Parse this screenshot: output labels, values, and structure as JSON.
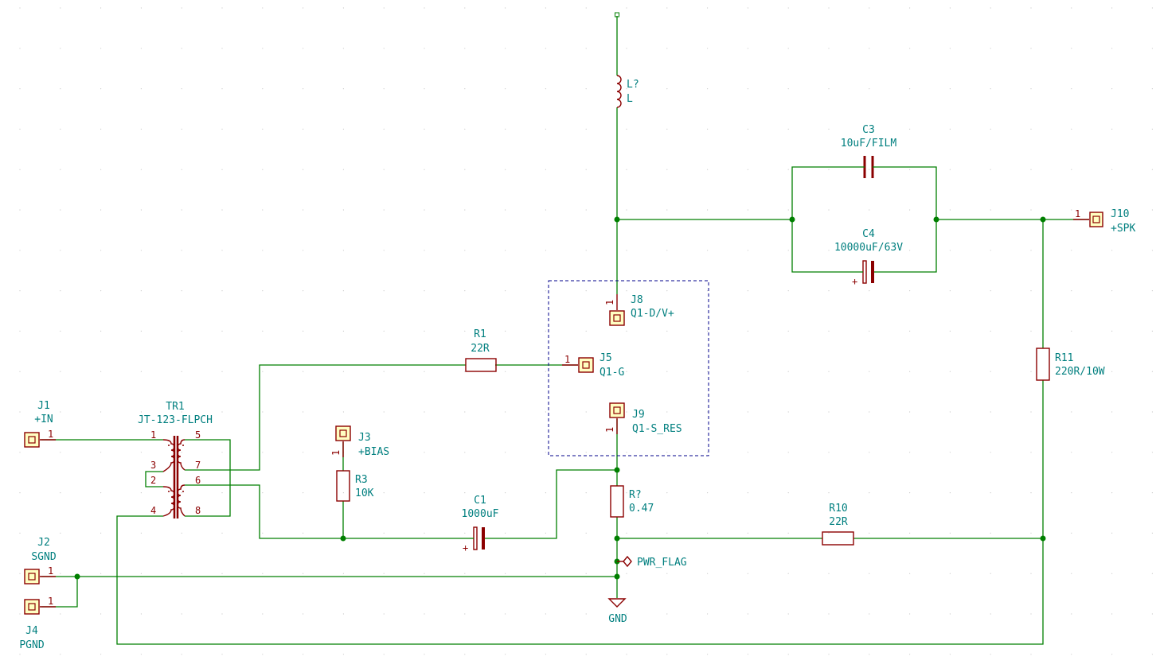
{
  "components": {
    "J1": {
      "ref": "J1",
      "value": "+IN",
      "pin": "1"
    },
    "J2": {
      "ref": "J2",
      "value": "SGND",
      "pin": "1"
    },
    "J4": {
      "ref": "J4",
      "value": "PGND",
      "pin": "1"
    },
    "TR1": {
      "ref": "TR1",
      "value": "JT-123-FLPCH",
      "pins": [
        "1",
        "3",
        "2",
        "4",
        "5",
        "7",
        "6",
        "8"
      ]
    },
    "J3": {
      "ref": "J3",
      "value": "+BIAS",
      "pin": "1"
    },
    "R3": {
      "ref": "R3",
      "value": "10K"
    },
    "R1": {
      "ref": "R1",
      "value": "22R"
    },
    "J5": {
      "ref": "J5",
      "value": "Q1-G",
      "pin": "1"
    },
    "J8": {
      "ref": "J8",
      "value": "Q1-D/V+",
      "pin": "1"
    },
    "J9": {
      "ref": "J9",
      "value": "Q1-S_RES",
      "pin": "1"
    },
    "L": {
      "ref": "L?",
      "value": "L"
    },
    "C3": {
      "ref": "C3",
      "value": "10uF/FILM"
    },
    "C4": {
      "ref": "C4",
      "value": "10000uF/63V",
      "polarity": "+"
    },
    "J10": {
      "ref": "J10",
      "value": "+SPK",
      "pin": "1"
    },
    "R11": {
      "ref": "R11",
      "value": "220R/10W"
    },
    "C1": {
      "ref": "C1",
      "value": "1000uF",
      "polarity": "+"
    },
    "R7": {
      "ref": "R?",
      "value": "0.47"
    },
    "R10": {
      "ref": "R10",
      "value": "22R"
    },
    "PWR": {
      "label": "PWR_FLAG"
    },
    "GND": {
      "label": "GND"
    }
  },
  "colors": {
    "wire": "#007f00",
    "symbol": "#8b0000",
    "label": "#007f7f",
    "connector_fill": "#ffffc2",
    "group_box": "#00008b"
  }
}
